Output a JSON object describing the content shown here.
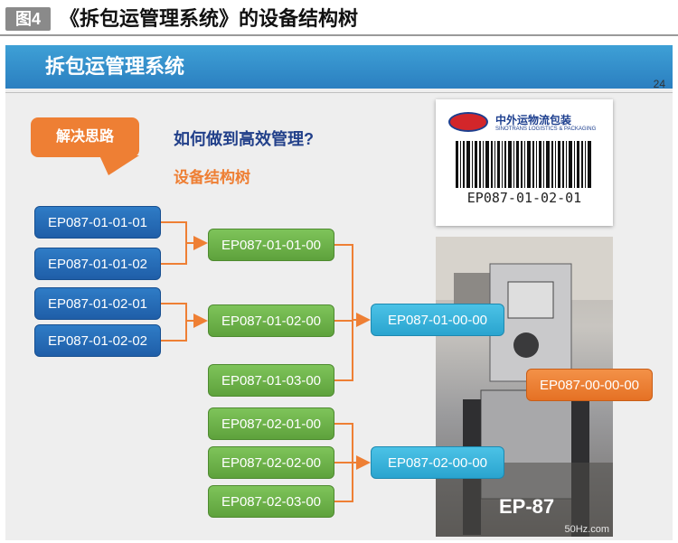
{
  "figure": {
    "badge": "图4",
    "title": "《拆包运管理系统》的设备结构树"
  },
  "slide": {
    "title": "拆包运管理系统",
    "page_number": "24",
    "callout": "解决思路",
    "question": "如何做到高效管理?",
    "subtitle": "设备结构树"
  },
  "tree": {
    "level4": [
      "EP087-01-01-01",
      "EP087-01-01-02",
      "EP087-01-02-01",
      "EP087-01-02-02"
    ],
    "level3": [
      "EP087-01-01-00",
      "EP087-01-02-00",
      "EP087-01-03-00",
      "EP087-02-01-00",
      "EP087-02-02-00",
      "EP087-02-03-00"
    ],
    "level2": [
      "EP087-01-00-00",
      "EP087-02-00-00"
    ],
    "root": "EP087-00-00-00"
  },
  "label_card": {
    "company_cn": "中外运物流包装",
    "company_en": "SINOTRANS LOGISTICS & PACKAGING",
    "barcode_text": "EP087-01-02-01"
  },
  "photo": {
    "label": "EP-87"
  },
  "watermark": "50Hz.com",
  "colors": {
    "blue": "#2f7cc6",
    "green": "#6fb34c",
    "teal": "#3ab4dc",
    "orange": "#ee7f34",
    "header": "#2f8bcb"
  }
}
